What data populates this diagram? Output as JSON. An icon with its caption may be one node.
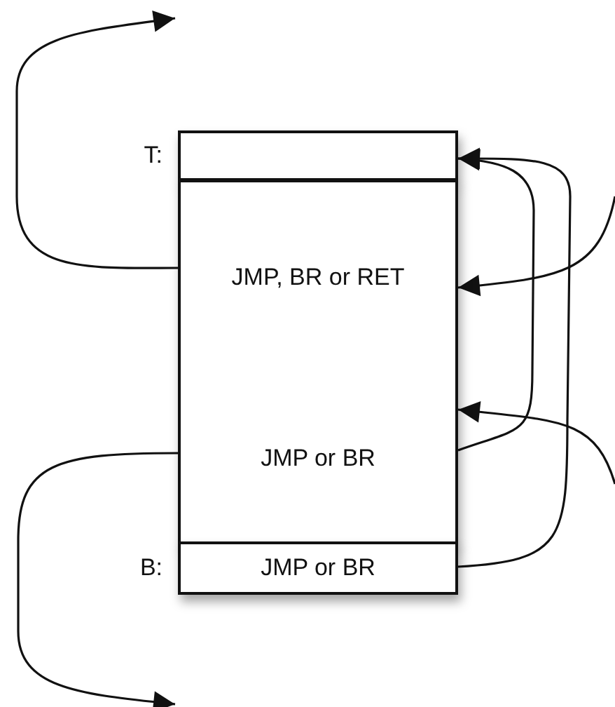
{
  "diagram": {
    "nodes": [
      {
        "text": [],
        "shape": "box",
        "beside": [
          "T:"
        ]
      },
      {
        "text": [
          "JMP, BR or RET",
          "JMP or BR"
        ]
      },
      {
        "text": [
          "JMP or BR"
        ],
        "beside": [
          "B:"
        ]
      }
    ],
    "edges": [
      {
        "from": 1,
        "to": null,
        "arrow": "to"
      },
      {
        "from": null,
        "to": 1,
        "arrow": "to"
      },
      {
        "from": 1,
        "to": 0,
        "arrow": "to"
      },
      {
        "from": 2,
        "to": 0,
        "arrow": "to"
      },
      {
        "from": null,
        "to": 1,
        "arrow": "to"
      },
      {
        "from": 1,
        "to": null,
        "arrow": "to"
      }
    ]
  }
}
